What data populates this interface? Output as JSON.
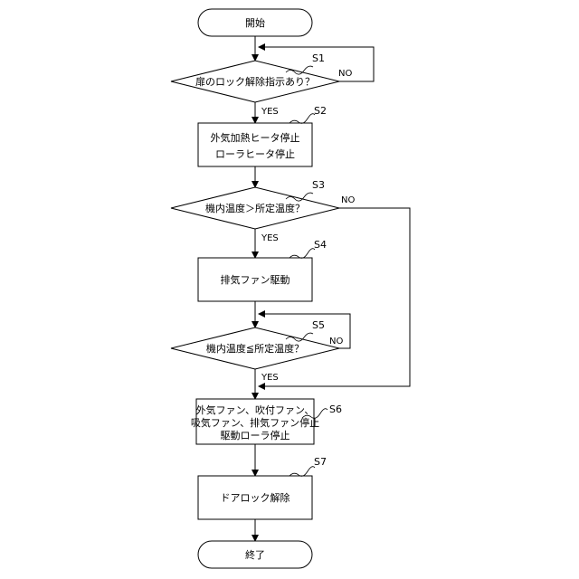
{
  "flow": {
    "start": "開始",
    "end": "終了",
    "s1": {
      "tag": "S1",
      "text": "扉のロック解除指示あり？",
      "no": "NO",
      "yes": "YES"
    },
    "s2": {
      "tag": "S2",
      "line1": "外気加熱ヒータ停止",
      "line2": "ローラヒータ停止"
    },
    "s3": {
      "tag": "S3",
      "text": "機内温度＞所定温度？",
      "no": "NO",
      "yes": "YES"
    },
    "s4": {
      "tag": "S4",
      "text": "排気ファン駆動"
    },
    "s5": {
      "tag": "S5",
      "text": "機内温度≦所定温度？",
      "no": "NO",
      "yes": "YES"
    },
    "s6": {
      "tag": "S6",
      "line1": "外気ファン、吹付ファン、",
      "line2": "吸気ファン、排気ファン停止",
      "line3": "駆動ローラ停止"
    },
    "s7": {
      "tag": "S7",
      "text": "ドアロック解除"
    }
  }
}
